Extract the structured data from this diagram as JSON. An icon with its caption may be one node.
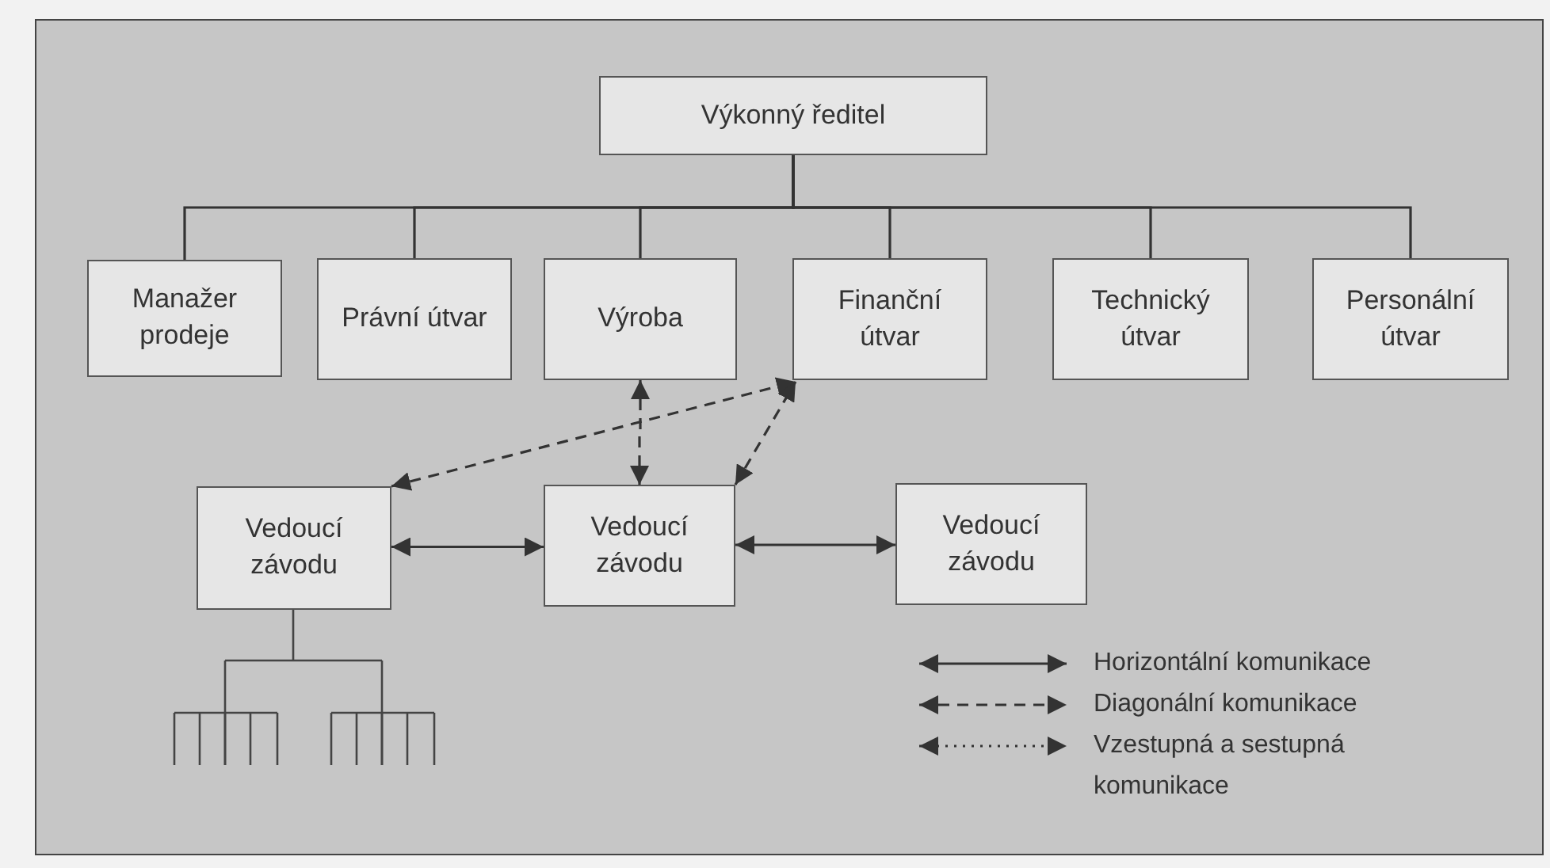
{
  "diagram": {
    "nodes": [
      {
        "text": [
          "Výkonný ředitel"
        ]
      },
      {
        "text": [
          "Manažer prodeje"
        ]
      },
      {
        "text": [
          "Právní útvar"
        ]
      },
      {
        "text": [
          "Výroba"
        ]
      },
      {
        "text": [
          "Finanční útvar"
        ]
      },
      {
        "text": [
          "Technický útvar"
        ]
      },
      {
        "text": [
          "Personální útvar"
        ]
      },
      {
        "text": [
          "Vedoucí závodu"
        ]
      },
      {
        "text": [
          "Vedoucí závodu"
        ]
      },
      {
        "text": [
          "Vedoucí závodu"
        ]
      }
    ],
    "edges": [
      {
        "from": 0,
        "to": 1,
        "arrow": "none"
      },
      {
        "from": 0,
        "to": 2,
        "arrow": "none"
      },
      {
        "from": 0,
        "to": 3,
        "arrow": "none"
      },
      {
        "from": 0,
        "to": 4,
        "arrow": "none"
      },
      {
        "from": 0,
        "to": 5,
        "arrow": "none"
      },
      {
        "from": 0,
        "to": 6,
        "arrow": "none"
      },
      {
        "from": 7,
        "to": 8,
        "arrow": "both"
      },
      {
        "from": 8,
        "to": 9,
        "arrow": "both"
      },
      {
        "from": 3,
        "to": 8,
        "arrow": "both",
        "style": "dashed"
      },
      {
        "from": 7,
        "to": 4,
        "arrow": "both",
        "style": "dashed"
      },
      {
        "from": 8,
        "to": 4,
        "arrow": "both",
        "style": "dashed"
      }
    ],
    "legend": [
      {
        "text": "Horizontální komunikace"
      },
      {
        "text": "Diagonální komunikace"
      },
      {
        "text": "Vzestupná a sestupná komunikace"
      }
    ]
  }
}
